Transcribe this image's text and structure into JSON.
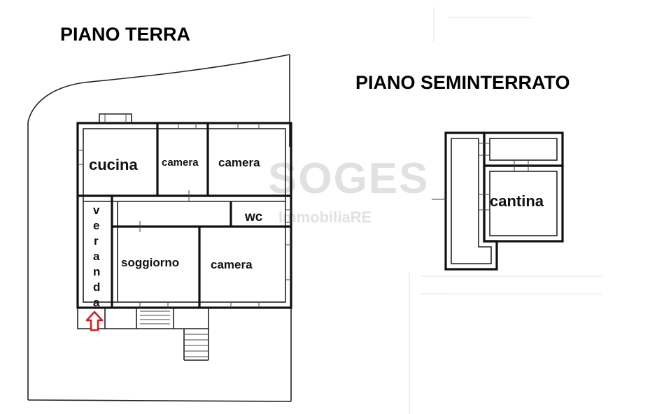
{
  "titles": {
    "ground_floor": "PIANO TERRA",
    "basement": "PIANO SEMINTERRATO"
  },
  "rooms": {
    "cucina": "cucina",
    "camera_small": "camera",
    "camera_top": "camera",
    "wc": "wc",
    "soggiorno": "soggiorno",
    "camera_bottom": "camera",
    "cantina": "cantina"
  },
  "veranda_letters": [
    "v",
    "e",
    "r",
    "a",
    "n",
    "d",
    "a"
  ],
  "watermark": {
    "brand": "SOGES",
    "sub_prefix": "Immobilia",
    "sub_suffix": "RE"
  },
  "colors": {
    "lines": "#111111",
    "entrance_arrow": "#d42020",
    "watermark": "#c9c9c9"
  },
  "icons": {
    "entrance": "entrance-arrow-icon"
  }
}
